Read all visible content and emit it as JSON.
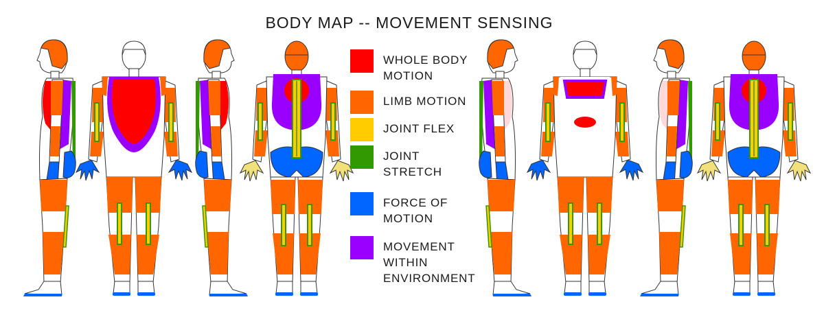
{
  "title": "BODY MAP -- MOVEMENT SENSING",
  "colors": {
    "whole_body": "#ff0000",
    "limb": "#ff6600",
    "flex": "#ffcc00",
    "stretch": "#339900",
    "force": "#0066ff",
    "environment": "#9900ff",
    "hands_back": "#f2e07a"
  },
  "legend": [
    {
      "label": "WHOLE BODY\nMOTION",
      "color": "#ff0000"
    },
    {
      "label": "LIMB MOTION",
      "color": "#ff6600"
    },
    {
      "label": "JOINT FLEX",
      "color": "#ffcc00"
    },
    {
      "label": "JOINT\nSTRETCH",
      "color": "#339900"
    },
    {
      "label": "FORCE OF\nMOTION",
      "color": "#0066ff"
    },
    {
      "label": "MOVEMENT\nWITHIN\nENVIRONMENT",
      "color": "#9900ff"
    }
  ]
}
